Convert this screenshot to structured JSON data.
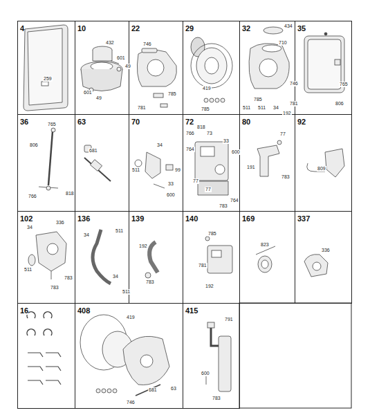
{
  "diagram": {
    "nodes": [
      {
        "text": [
          "4"
        ]
      },
      {
        "text": [
          "10"
        ]
      },
      {
        "text": [
          "22"
        ]
      },
      {
        "text": [
          "29"
        ]
      },
      {
        "text": [
          "32"
        ]
      },
      {
        "text": [
          "35"
        ]
      },
      {
        "text": [
          "36"
        ]
      },
      {
        "text": [
          "63"
        ]
      },
      {
        "text": [
          "70"
        ]
      },
      {
        "text": [
          "72"
        ]
      },
      {
        "text": [
          "80"
        ]
      },
      {
        "text": [
          "92"
        ]
      },
      {
        "text": [
          "102"
        ]
      },
      {
        "text": [
          "136"
        ]
      },
      {
        "text": [
          "139"
        ]
      },
      {
        "text": [
          "140"
        ]
      },
      {
        "text": [
          "169"
        ]
      },
      {
        "text": [
          "337"
        ]
      },
      {
        "text": [
          "16"
        ]
      },
      {
        "text": [
          "408"
        ]
      },
      {
        "text": [
          "415"
        ]
      }
    ],
    "labels": [
      "259",
      "432",
      "601",
      "49",
      "601",
      "49",
      "746",
      "785",
      "781",
      "419",
      "785",
      "434",
      "710",
      "746",
      "785",
      "781",
      "511",
      "511",
      "34",
      "192",
      "765",
      "806",
      "765",
      "806",
      "766",
      "818",
      "681",
      "34",
      "511",
      "99",
      "33",
      "600",
      "766",
      "818",
      "73",
      "33",
      "764",
      "600",
      "77",
      "77",
      "764",
      "783",
      "77",
      "191",
      "783",
      "809",
      "34",
      "336",
      "511",
      "783",
      "783",
      "511",
      "34",
      "34",
      "511",
      "192",
      "783",
      "785",
      "781",
      "192",
      "823",
      "336",
      "419",
      "681",
      "63",
      "746",
      "791",
      "600",
      "783"
    ]
  }
}
